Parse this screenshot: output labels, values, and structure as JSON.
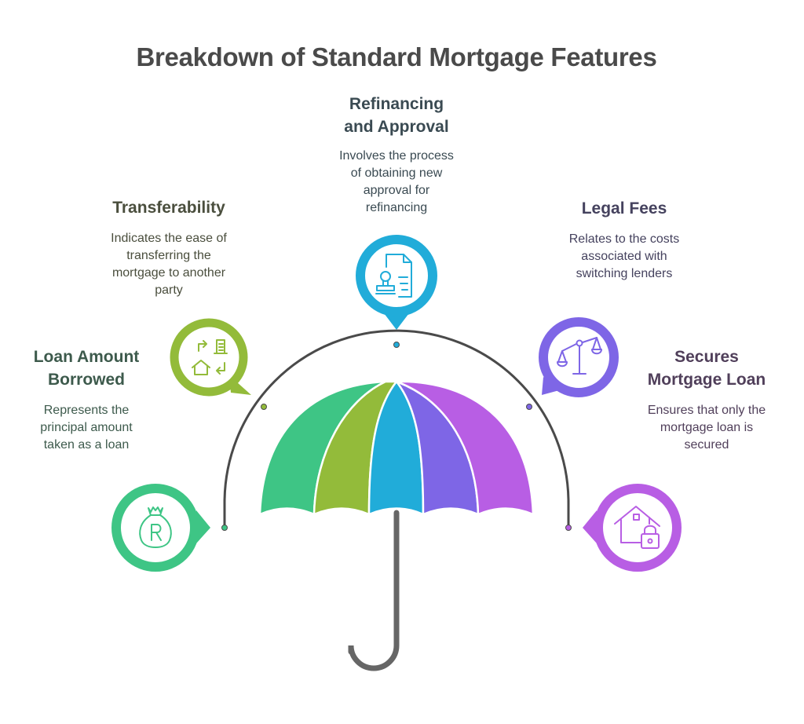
{
  "title": "Breakdown of Standard Mortgage Features",
  "features": [
    {
      "id": "loan-amount",
      "heading": "Loan Amount Borrowed",
      "heading_lines": [
        "Loan Amount",
        "Borrowed"
      ],
      "description_lines": [
        "Represents the",
        "principal amount",
        "taken as a loan"
      ],
      "icon": "money-bag-icon",
      "color": "#3ec585",
      "text_color": "#3d5a4c"
    },
    {
      "id": "transferability",
      "heading": "Transferability",
      "heading_lines": [
        "Transferability"
      ],
      "description_lines": [
        "Indicates the ease of",
        "transferring the",
        "mortgage to another",
        "party"
      ],
      "icon": "transfer-house-icon",
      "color": "#93bb3a",
      "text_color": "#4a4e3d"
    },
    {
      "id": "refinancing",
      "heading": "Refinancing and Approval",
      "heading_lines": [
        "Refinancing",
        "and Approval"
      ],
      "description_lines": [
        "Involves the process",
        "of obtaining new",
        "approval for",
        "refinancing"
      ],
      "icon": "stamped-document-icon",
      "color": "#21acd9",
      "text_color": "#3a4a52"
    },
    {
      "id": "legal-fees",
      "heading": "Legal Fees",
      "heading_lines": [
        "Legal Fees"
      ],
      "description_lines": [
        "Relates to the costs",
        "associated with",
        "switching lenders"
      ],
      "icon": "scales-icon",
      "color": "#7e66e6",
      "text_color": "#45425e"
    },
    {
      "id": "secures-loan",
      "heading": "Secures Mortgage Loan",
      "heading_lines": [
        "Secures",
        "Mortgage Loan"
      ],
      "description_lines": [
        "Ensures that only the",
        "mortgage loan is",
        "secured"
      ],
      "icon": "locked-house-icon",
      "color": "#b85ee4",
      "text_color": "#503f5a"
    }
  ],
  "umbrella": {
    "panel_colors": [
      "#3ec585",
      "#93bb3a",
      "#21acd9",
      "#7e66e6",
      "#b85ee4"
    ],
    "handle_color": "#666666",
    "arc_color": "#4a4a4a"
  }
}
